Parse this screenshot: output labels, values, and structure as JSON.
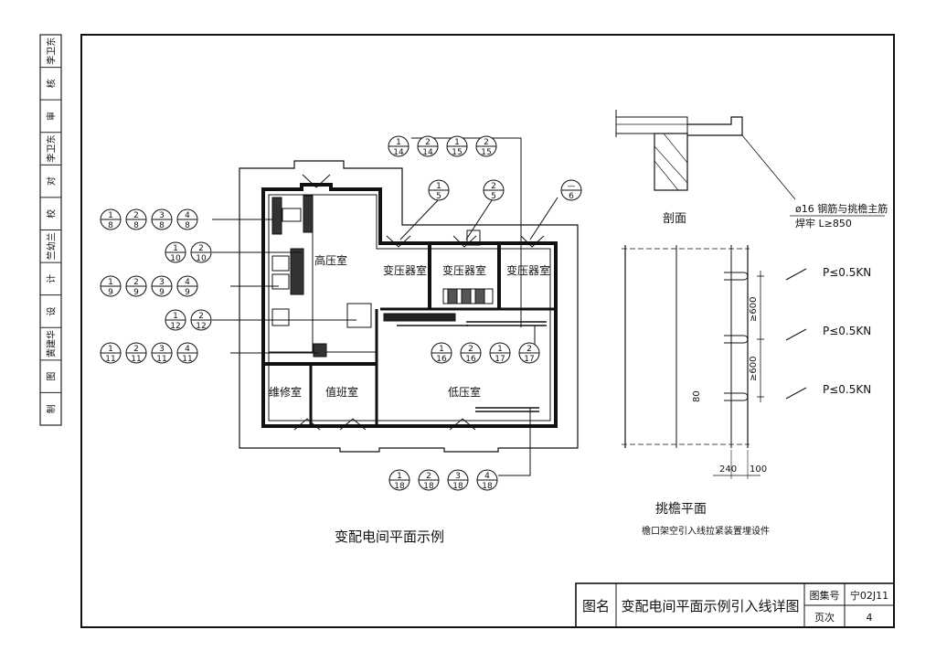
{
  "sidebar": {
    "cells": [
      "李卫东",
      "核",
      "审",
      "李卫东",
      "对",
      "校",
      "竺幼兰",
      "计",
      "设",
      "黄建华",
      "图",
      "制"
    ]
  },
  "plan": {
    "rooms": {
      "high_voltage": "高压室",
      "transformer_1": "变压器室",
      "transformer_2": "变压器室",
      "transformer_3": "变压器室",
      "maintenance": "维修室",
      "duty": "值班室",
      "low_voltage": "低压室"
    },
    "caption": "变配电间平面示例",
    "callouts": {
      "top": [
        [
          "1",
          "14"
        ],
        [
          "2",
          "14"
        ],
        [
          "1",
          "15"
        ],
        [
          "2",
          "15"
        ]
      ],
      "t1": [
        "1",
        "5"
      ],
      "t2": [
        "2",
        "5"
      ],
      "t3": [
        "—",
        "6"
      ],
      "left8": [
        [
          "1",
          "8"
        ],
        [
          "2",
          "8"
        ],
        [
          "3",
          "8"
        ],
        [
          "4",
          "8"
        ]
      ],
      "left10": [
        [
          "1",
          "10"
        ],
        [
          "2",
          "10"
        ]
      ],
      "left9": [
        [
          "1",
          "9"
        ],
        [
          "2",
          "9"
        ],
        [
          "3",
          "9"
        ],
        [
          "4",
          "9"
        ]
      ],
      "left12": [
        [
          "1",
          "12"
        ],
        [
          "2",
          "12"
        ]
      ],
      "left11": [
        [
          "1",
          "11"
        ],
        [
          "2",
          "11"
        ],
        [
          "3",
          "11"
        ],
        [
          "4",
          "11"
        ]
      ],
      "mid": [
        [
          "1",
          "16"
        ],
        [
          "2",
          "16"
        ],
        [
          "1",
          "17"
        ],
        [
          "2",
          "17"
        ]
      ],
      "bottom": [
        [
          "1",
          "18"
        ],
        [
          "2",
          "18"
        ],
        [
          "3",
          "18"
        ],
        [
          "4",
          "18"
        ]
      ]
    }
  },
  "detail": {
    "section_label": "剖面",
    "rebar_note_1": "ø16 钢筋与挑檐主筋",
    "rebar_note_2": "焊牢 L≥850",
    "load_label": "P≤0.5KN",
    "dim_600": "≥600",
    "dim_80": "80",
    "dim_240": "240",
    "dim_100": "100",
    "plan_title": "挑檐平面",
    "plan_subtitle": "檐口架空引入线拉紧装置埋设件"
  },
  "title_block": {
    "name_label": "图名",
    "name_value": "变配电间平面示例引入线详图",
    "atlas_label": "图集号",
    "atlas_value": "宁02J11",
    "page_label": "页次",
    "page_value": "4"
  }
}
